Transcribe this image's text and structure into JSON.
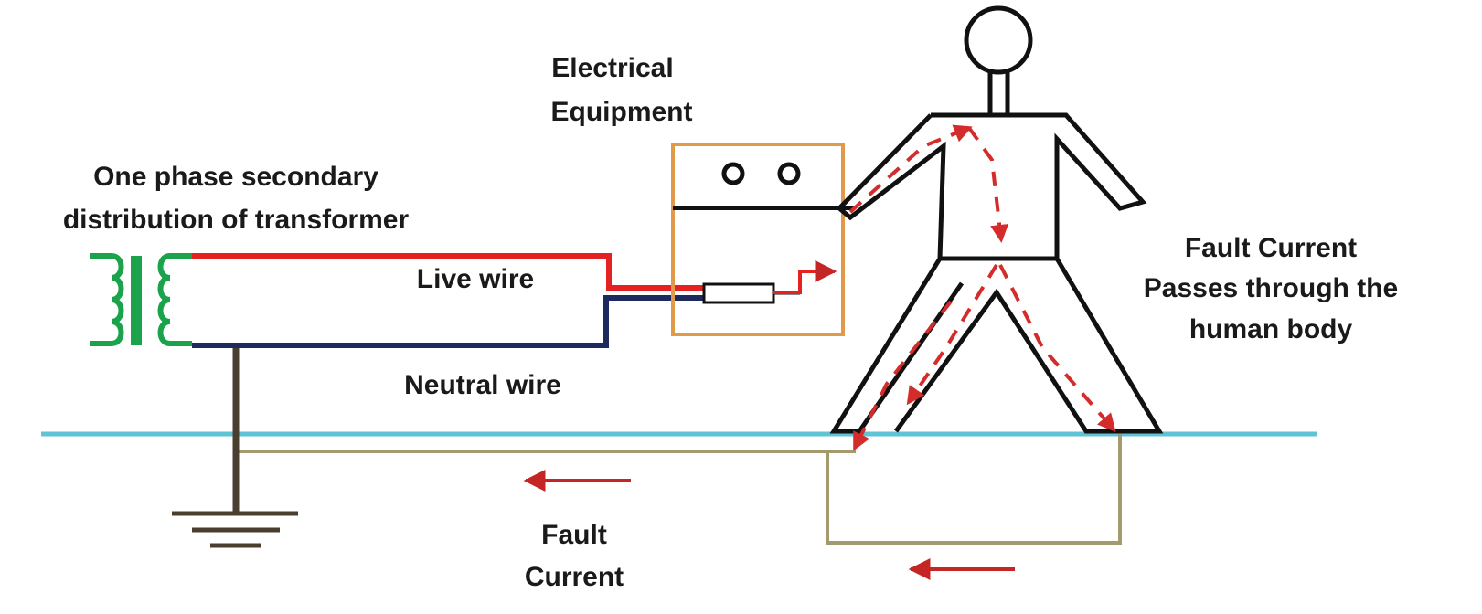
{
  "labels": {
    "equipment_line1": "Electrical",
    "equipment_line2": "Equipment",
    "transformer_line1": "One phase secondary",
    "transformer_line2": "distribution of transformer",
    "live_wire": "Live wire",
    "neutral_wire": "Neutral wire",
    "fault_current_body_line1": "Fault Current",
    "fault_current_body_line2": "Passes through the",
    "fault_current_body_line3": "human body",
    "fault_current_ground_line1": "Fault",
    "fault_current_ground_line2": "Current"
  },
  "colors": {
    "live": "#e52222",
    "neutral": "#1c2a5e",
    "transformer": "#1aa34a",
    "equipment_box": "#e09a4a",
    "ground_surface": "#5ec4d6",
    "earth_return": "#a39a6e",
    "earth_rod": "#4a3f2f",
    "fault_path": "#d42b2b",
    "body_outline": "#111111"
  }
}
